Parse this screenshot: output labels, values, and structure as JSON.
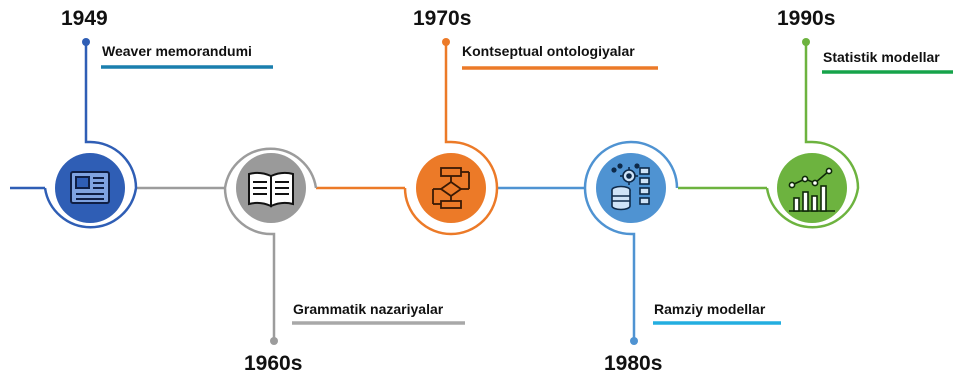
{
  "milestones": [
    {
      "year": "1949",
      "label": "Weaver memorandumi",
      "icon": "document-icon",
      "color": "#2f5eb5"
    },
    {
      "year": "1960s",
      "label": "Grammatik nazariyalar",
      "icon": "book-icon",
      "color": "#9c9c9c"
    },
    {
      "year": "1970s",
      "label": "Kontseptual ontologiyalar",
      "icon": "flowchart-icon",
      "color": "#ec7a28"
    },
    {
      "year": "1980s",
      "label": "Ramziy modellar",
      "icon": "database-gear-icon",
      "color": "#4f93d2"
    },
    {
      "year": "1990s",
      "label": "Statistik modellar",
      "icon": "bar-chart-icon",
      "color": "#6db33f"
    }
  ],
  "underline_colors": [
    "#1a7fae",
    "#a8a8a8",
    "#ec7a28",
    "#23aee0",
    "#16a34a"
  ]
}
